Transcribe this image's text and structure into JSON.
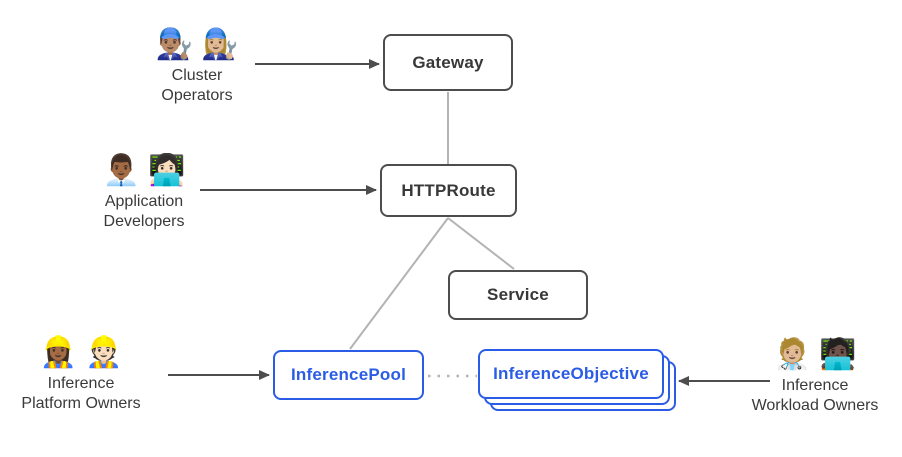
{
  "nodes": {
    "gateway": {
      "label": "Gateway"
    },
    "httproute": {
      "label": "HTTPRoute"
    },
    "service": {
      "label": "Service"
    },
    "inference_pool": {
      "label": "InferencePool"
    },
    "inference_objective": {
      "label": "InferenceObjective"
    }
  },
  "actors": {
    "cluster_operators": {
      "emoji": "👨🏽‍🔧 👩🏼‍🔧",
      "line1": "Cluster",
      "line2": "Operators"
    },
    "application_developers": {
      "emoji": "👨🏾‍💼 👩🏻‍💻",
      "line1": "Application",
      "line2": "Developers"
    },
    "inference_platform_owners": {
      "emoji": "👷🏾‍♀️ 👷🏻",
      "line1": "Inference",
      "line2": "Platform Owners"
    },
    "inference_workload_owners": {
      "emoji": "🧑🏼‍⚕️ 🧑🏿‍💻",
      "line1": "Inference",
      "line2": "Workload Owners"
    }
  },
  "colors": {
    "node_border_gray": "#4d4d4d",
    "node_text_dark": "#383838",
    "accent_blue": "#2b5ce6",
    "connector_gray": "#b3b3b3",
    "arrow_dark": "#4d4d4d",
    "background": "#ffffff"
  }
}
